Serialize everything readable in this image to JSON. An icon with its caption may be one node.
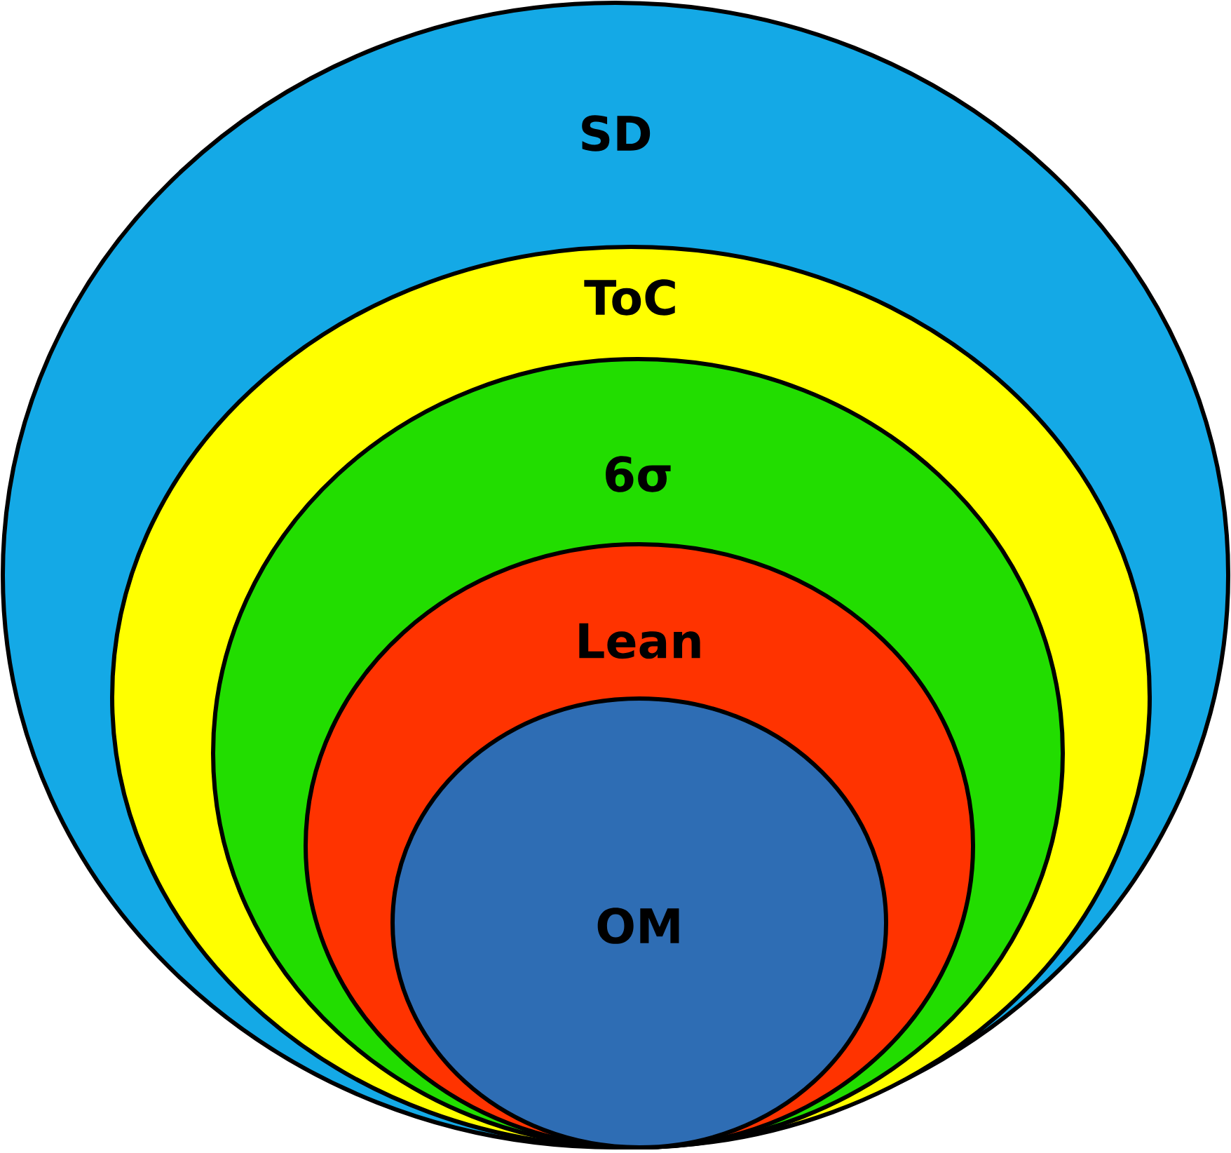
{
  "diagram": {
    "nodes": [
      {
        "text": [
          "SD"
        ]
      },
      {
        "text": [
          "ToC"
        ],
        "in": 0
      },
      {
        "text": [
          "6σ"
        ],
        "in": 1
      },
      {
        "text": [
          "Lean"
        ],
        "in": 2
      },
      {
        "text": [
          "OM"
        ],
        "in": 3
      }
    ]
  }
}
